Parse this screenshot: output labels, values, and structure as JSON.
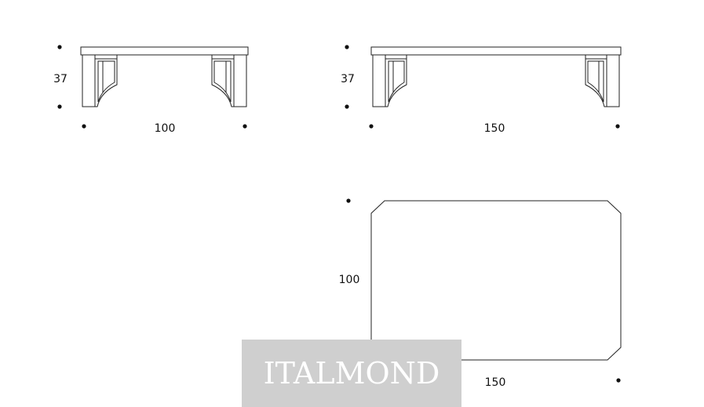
{
  "drawing": {
    "table_small_front": {
      "height_label": "37",
      "width_label": "100"
    },
    "table_large_front": {
      "height_label": "37",
      "width_label": "150"
    },
    "table_top_view": {
      "depth_label": "100",
      "width_label": "150"
    }
  },
  "watermark": {
    "text": "ITALMOND"
  },
  "colors": {
    "line": "#222222",
    "watermark_bg": "#cfcfcf",
    "watermark_text": "#ffffff"
  }
}
